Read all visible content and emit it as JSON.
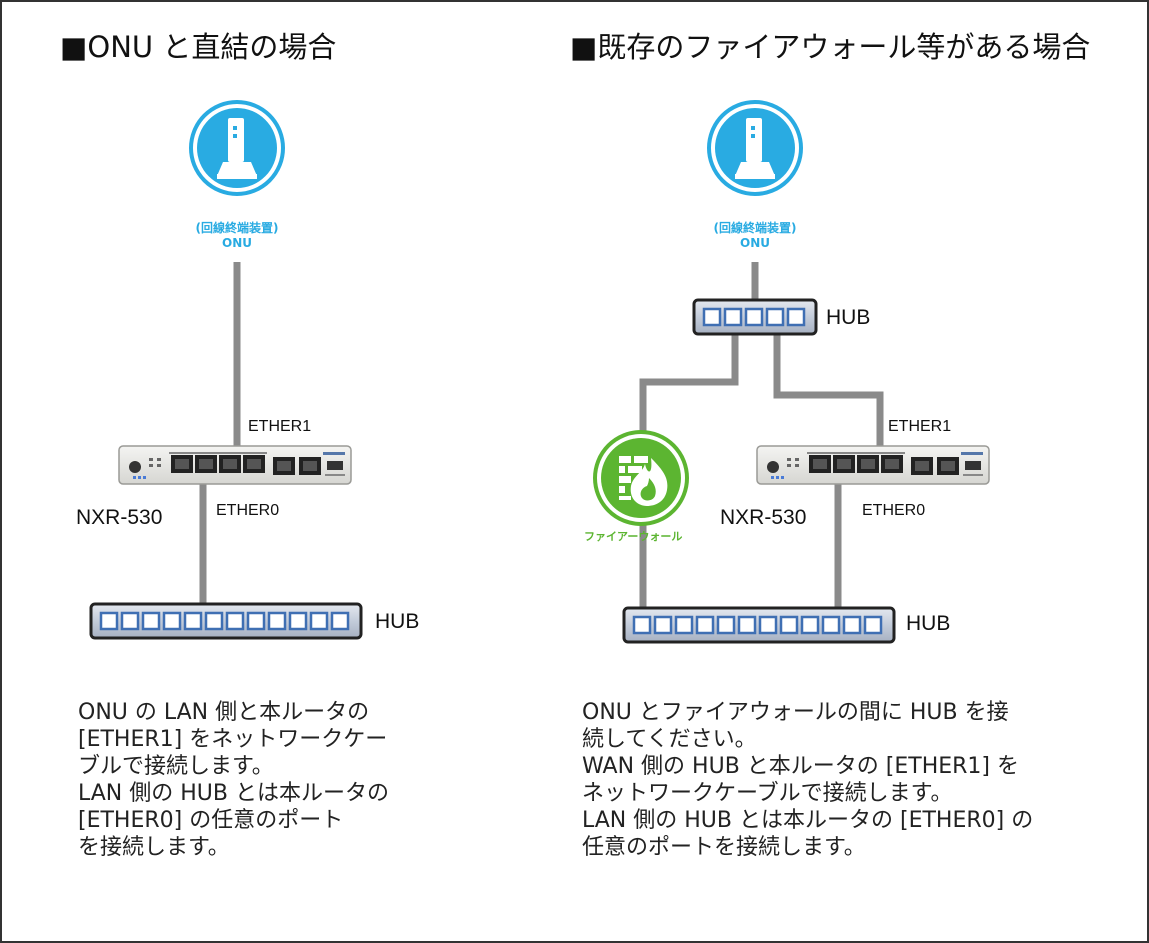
{
  "left": {
    "heading": "■ONU と直結の場合",
    "onu_caption": "(回線終端装置)",
    "onu_name": "ONU",
    "ether1": "ETHER1",
    "ether0": "ETHER0",
    "router": "NXR-530",
    "hub": "HUB",
    "description": [
      "ONU の LAN 側と本ルータの",
      "[ETHER1] をネットワークケー",
      "ブルで接続します。",
      "LAN 側の HUB とは本ルータの",
      "[ETHER0] の任意のポート",
      "を接続します。"
    ]
  },
  "right": {
    "heading": "■既存のファイアウォール等がある場合",
    "onu_caption": "(回線終端装置)",
    "onu_name": "ONU",
    "hub_top": "HUB",
    "ether1": "ETHER1",
    "ether0": "ETHER0",
    "router": "NXR-530",
    "firewall": "ファイアーウォール",
    "hub": "HUB",
    "description": [
      "ONU とファイアウォールの間に HUB を接",
      "続してください。",
      "WAN 側の HUB と本ルータの [ETHER1] を",
      "ネットワークケーブルで接続します。",
      "LAN 側の HUB とは本ルータの [ETHER0] の",
      "任意のポートを接続します。"
    ]
  },
  "colors": {
    "onu_blue": "#29abe2",
    "firewall_green": "#5cb531",
    "cable_gray": "#8a8a8a",
    "hub_fill": "#c8d2e0",
    "hub_port": "#3f6fb3"
  }
}
